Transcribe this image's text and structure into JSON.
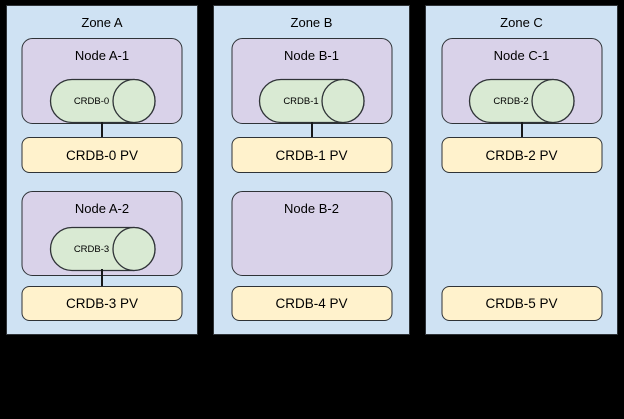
{
  "diagram": {
    "background": "#000000",
    "colors": {
      "zone_fill": "#cfe2f3",
      "node_fill": "#d9d2e9",
      "cylinder_fill": "#d9ead3",
      "pv_fill": "#fff2cc",
      "border": "#2f3337",
      "text": "#000000"
    }
  },
  "zones": [
    {
      "label": "Zone A",
      "nodes": [
        {
          "label": "Node A-1",
          "cylinder_label": "CRDB-0",
          "pv_label": "CRDB-0 PV",
          "connected": true
        },
        {
          "label": "Node A-2",
          "cylinder_label": "CRDB-3",
          "pv_label": "CRDB-3 PV",
          "connected": true
        }
      ]
    },
    {
      "label": "Zone B",
      "nodes": [
        {
          "label": "Node B-1",
          "cylinder_label": "CRDB-1",
          "pv_label": "CRDB-1 PV",
          "connected": true
        },
        {
          "label": "Node B-2",
          "cylinder_label": null,
          "pv_label": "CRDB-4 PV",
          "connected": false
        }
      ]
    },
    {
      "label": "Zone C",
      "nodes": [
        {
          "label": "Node C-1",
          "cylinder_label": "CRDB-2",
          "pv_label": "CRDB-2 PV",
          "connected": true
        },
        {
          "label": null,
          "cylinder_label": null,
          "pv_label": "CRDB-5 PV",
          "connected": false
        }
      ]
    }
  ]
}
